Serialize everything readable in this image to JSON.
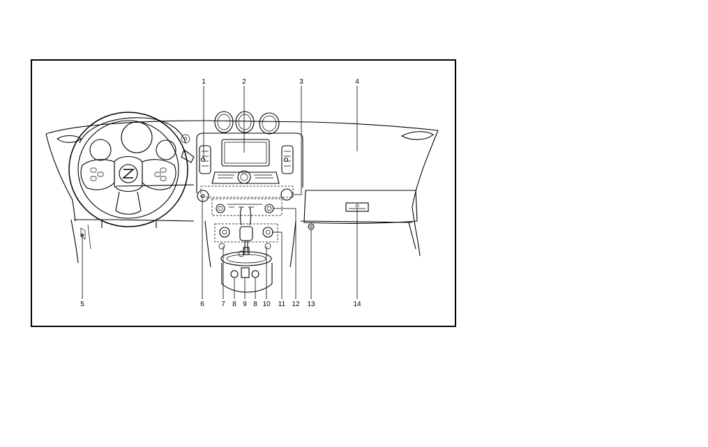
{
  "figure": {
    "callouts": [
      "1",
      "2",
      "3",
      "4",
      "5",
      "6",
      "7",
      "8",
      "9",
      "8",
      "10",
      "11",
      "12",
      "13",
      "14"
    ]
  }
}
